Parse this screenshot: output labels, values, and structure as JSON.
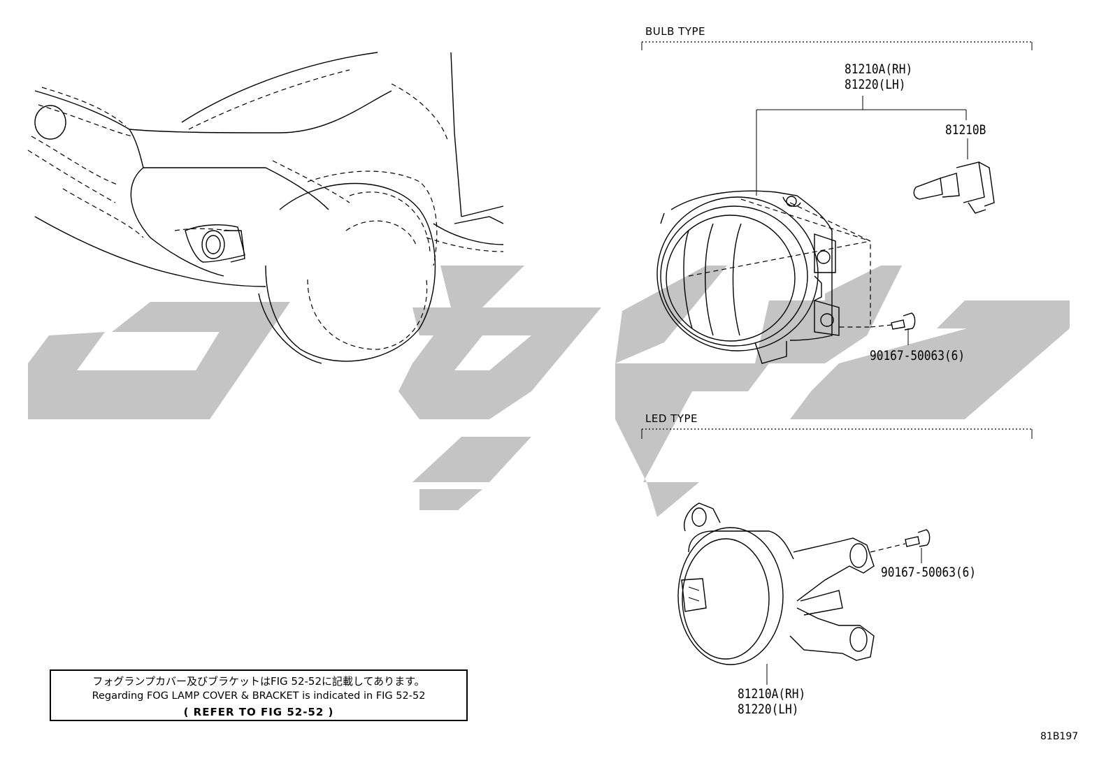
{
  "sections": {
    "bulb_type": "BULB TYPE",
    "led_type": "LED TYPE"
  },
  "parts": {
    "bulb_lamp_rh": "81210A(RH)",
    "bulb_lamp_lh": "81220(LH)",
    "bulb": "81210B",
    "bulb_screw": "90167-50063(6)",
    "led_screw": "90167-50063(6)",
    "led_lamp_rh": "81210A(RH)",
    "led_lamp_lh": "81220(LH)"
  },
  "note": {
    "japanese": "フォグランプカバー及びブラケットはFIG 52-52に記載してあります。",
    "english": "Regarding FOG LAMP COVER & BRACKET is indicated in FIG 52-52",
    "reference": "(   REFER TO FIG 52-52   )"
  },
  "drawing_code": "81B197",
  "colors": {
    "line": "#000000",
    "watermark": "#c4c4c4",
    "background": "#ffffff"
  }
}
